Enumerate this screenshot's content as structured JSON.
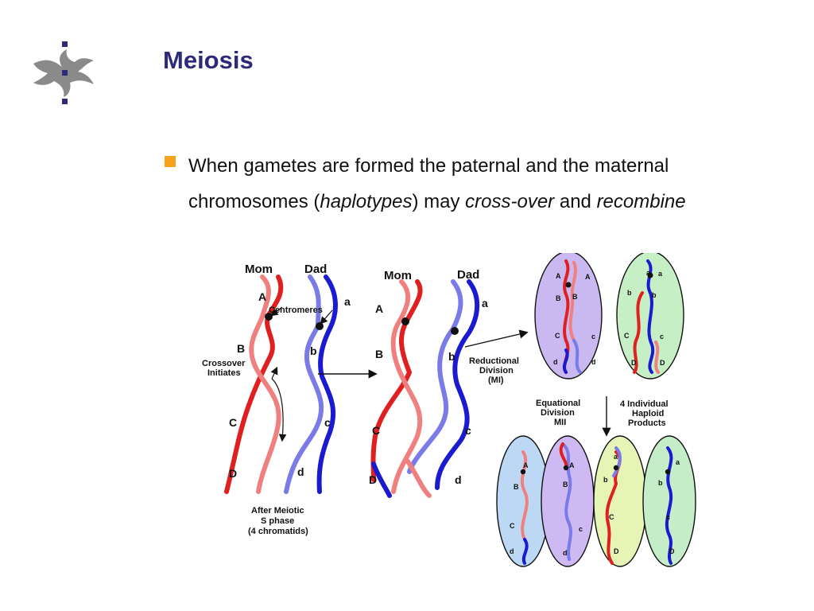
{
  "slide": {
    "title": "Meiosis",
    "bullet": {
      "t1": "When gametes are formed the paternal and the maternal",
      "t2": "chromosomes (",
      "t3": "haplotypes",
      "t4": ") may ",
      "t5": "cross-over",
      "t6": " and ",
      "t7": "recombine"
    },
    "colors": {
      "title": "#2c2a79",
      "bullet": "#f7a21b",
      "mom": "#e02020",
      "mom_light": "#f08080",
      "dad": "#1a1ad0",
      "dad_light": "#7a7ae8"
    }
  },
  "diagram": {
    "panel1": {
      "mom": "Mom",
      "dad": "Dad",
      "A": "A",
      "B": "B",
      "C": "C",
      "D": "D",
      "a": "a",
      "b": "b",
      "c": "c",
      "d": "d",
      "centromeres": "Centromeres",
      "crossover1": "Crossover",
      "crossover2": "Initiates",
      "after1": "After Meiotic",
      "after2": "S phase",
      "after3": "(4 chromatids)"
    },
    "panel2": {
      "mom": "Mom",
      "dad": "Dad",
      "A": "A",
      "B": "B",
      "C": "C",
      "D": "D",
      "a": "a",
      "b": "b",
      "c": "c",
      "d": "d"
    },
    "reductional1": "Reductional",
    "reductional2": "Division",
    "reductional3": "(MI)",
    "equational1": "Equational",
    "equational2": "Division",
    "equational3": "MII",
    "haploid1": "4 Individual",
    "haploid2": "Haploid",
    "haploid3": "Products",
    "cells_top": [
      {
        "l1": "A",
        "l2": "A",
        "l3": "B",
        "l4": "B",
        "l5": "C",
        "l6": "c",
        "l7": "d",
        "l8": "d"
      },
      {
        "l1": "a",
        "l2": "a",
        "l3": "b",
        "l4": "b",
        "l5": "C",
        "l6": "c",
        "l7": "D",
        "l8": "D"
      }
    ],
    "cells_bottom": [
      {
        "u": "A",
        "m": "B",
        "l": "C",
        "d": "d"
      },
      {
        "u": "A",
        "m": "B",
        "l": "c",
        "d": "d"
      },
      {
        "u": "a",
        "m": "b",
        "l": "C",
        "d": "D"
      },
      {
        "u": "a",
        "m": "b",
        "l": "c",
        "d": "D"
      }
    ]
  }
}
